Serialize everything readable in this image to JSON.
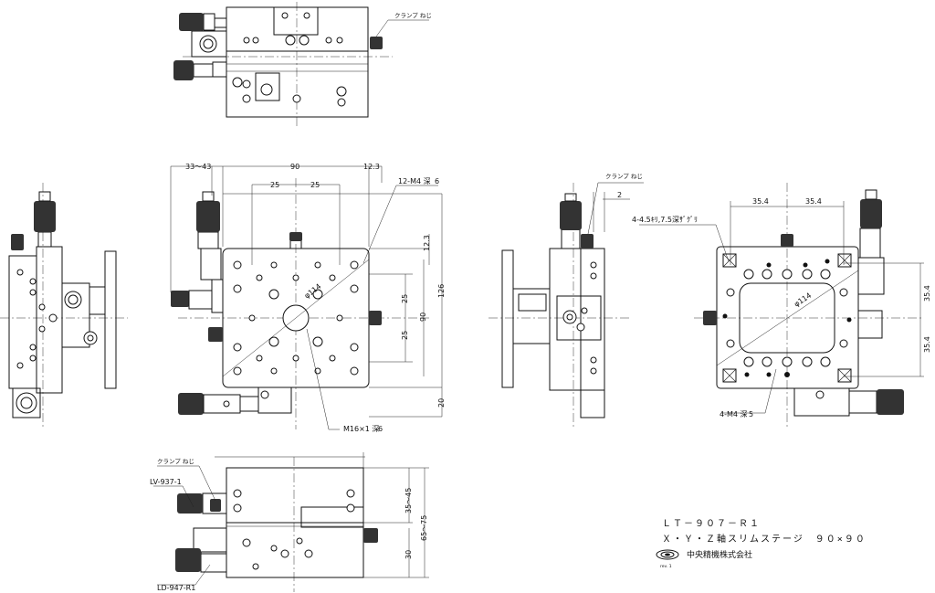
{
  "labels": {
    "clamp_screw": "クランプ ねじ",
    "dim_33_43": "33～43",
    "dim_90": "90",
    "dim_12_3": "12.3",
    "dim_25": "25",
    "dim_126": "126",
    "dim_20": "20",
    "holes_12_m4": "12-M4 深",
    "depth_6": "6",
    "phi_114": "φ114",
    "m16": "M16×1 深",
    "dim_2": "2",
    "holes_4_45": "4-4.5ｷﾘ,7.5深ｻﾞｸﾞﾘ",
    "dim_35_4": "35.4",
    "holes_4_m4": "4-M4 深",
    "depth_5": "5",
    "lv": "LV-937-1",
    "ld": "LD-947-R1",
    "dim_35_45": "35～45",
    "dim_65_75": "65～75",
    "dim_30": "30"
  },
  "title_block": {
    "model": "ＬＴ－９０７－Ｒ１",
    "description": "Ｘ・Ｙ・Ｚ軸スリムステージ　９０×９０",
    "company": "中央精機株式会社",
    "rev": "rev. 1"
  }
}
